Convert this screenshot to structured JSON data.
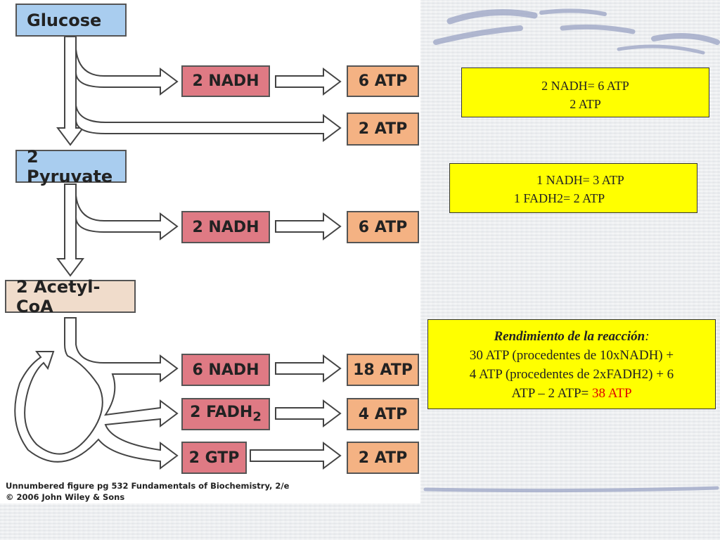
{
  "diagram": {
    "boxes": {
      "glucose": "Glucose",
      "pyruvate": "2 Pyruvate",
      "acetyl": "2 Acetyl-CoA",
      "nadh_1": "2 NADH",
      "atp_1": "6 ATP",
      "atp_2": "2 ATP",
      "nadh_2": "2 NADH",
      "atp_3": "6 ATP",
      "nadh_3": "6 NADH",
      "atp_4": "18 ATP",
      "fadh_prefix": "2 FADH",
      "fadh_sub": "2",
      "atp_5": "4 ATP",
      "gtp": "2 GTP",
      "atp_6": "2 ATP"
    },
    "caption_line1": "Unnumbered figure pg 532  Fundamentals of Biochemistry, 2/e",
    "caption_line2": "© 2006 John Wiley & Sons"
  },
  "notes": {
    "box1": {
      "line1": "2 NADH= 6 ATP",
      "line2": "2 ATP"
    },
    "box2": {
      "line1": "1 NADH= 3 ATP",
      "line2": "1 FADH2= 2 ATP"
    },
    "box3": {
      "title": "Rendimiento de la reacción",
      "colon": ":",
      "line1": "30 ATP (procedentes de 10xNADH) +",
      "line2": "4 ATP (procedentes de 2xFADH2) + 6",
      "line3_prefix": "ATP – 2 ATP= ",
      "line3_highlight": "38 ATP",
      "highlight_color": "#e00000"
    }
  },
  "colors": {
    "source_blue": "#a9cdef",
    "source_peach": "#f0dccb",
    "nadh_red": "#df7a84",
    "atp_orange": "#f4b283",
    "note_yellow": "#ffff00"
  }
}
